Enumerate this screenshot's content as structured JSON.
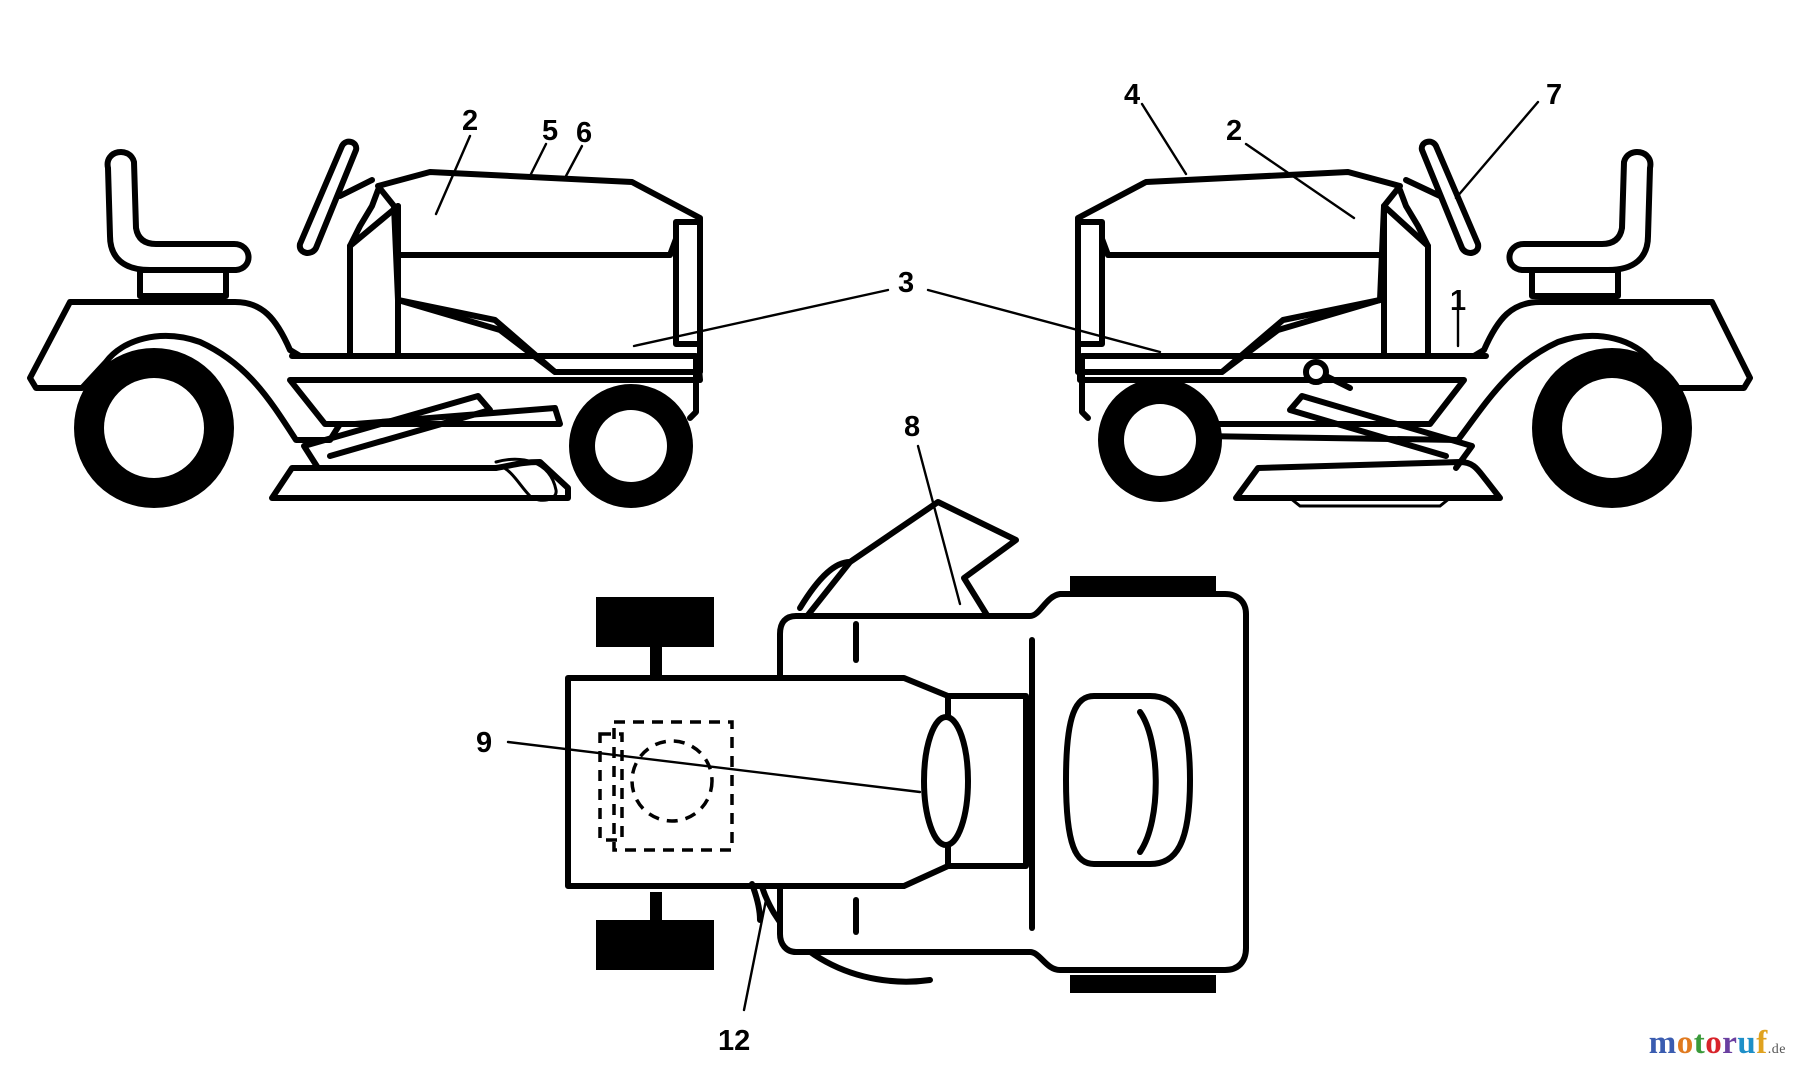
{
  "callouts": {
    "c1": "1",
    "c2_left": "2",
    "c2_right": "2",
    "c3": "3",
    "c4": "4",
    "c5": "5",
    "c6": "6",
    "c7": "7",
    "c8": "8",
    "c9": "9",
    "c12": "12"
  },
  "watermark": {
    "letters": [
      "m",
      "o",
      "t",
      "o",
      "r",
      "u",
      "f"
    ],
    "colors": [
      "#3a5cb0",
      "#e07a1f",
      "#3a9a3a",
      "#d8232a",
      "#6a3fa0",
      "#1e8fc8",
      "#e0a21f"
    ],
    "suffix": ".de"
  }
}
